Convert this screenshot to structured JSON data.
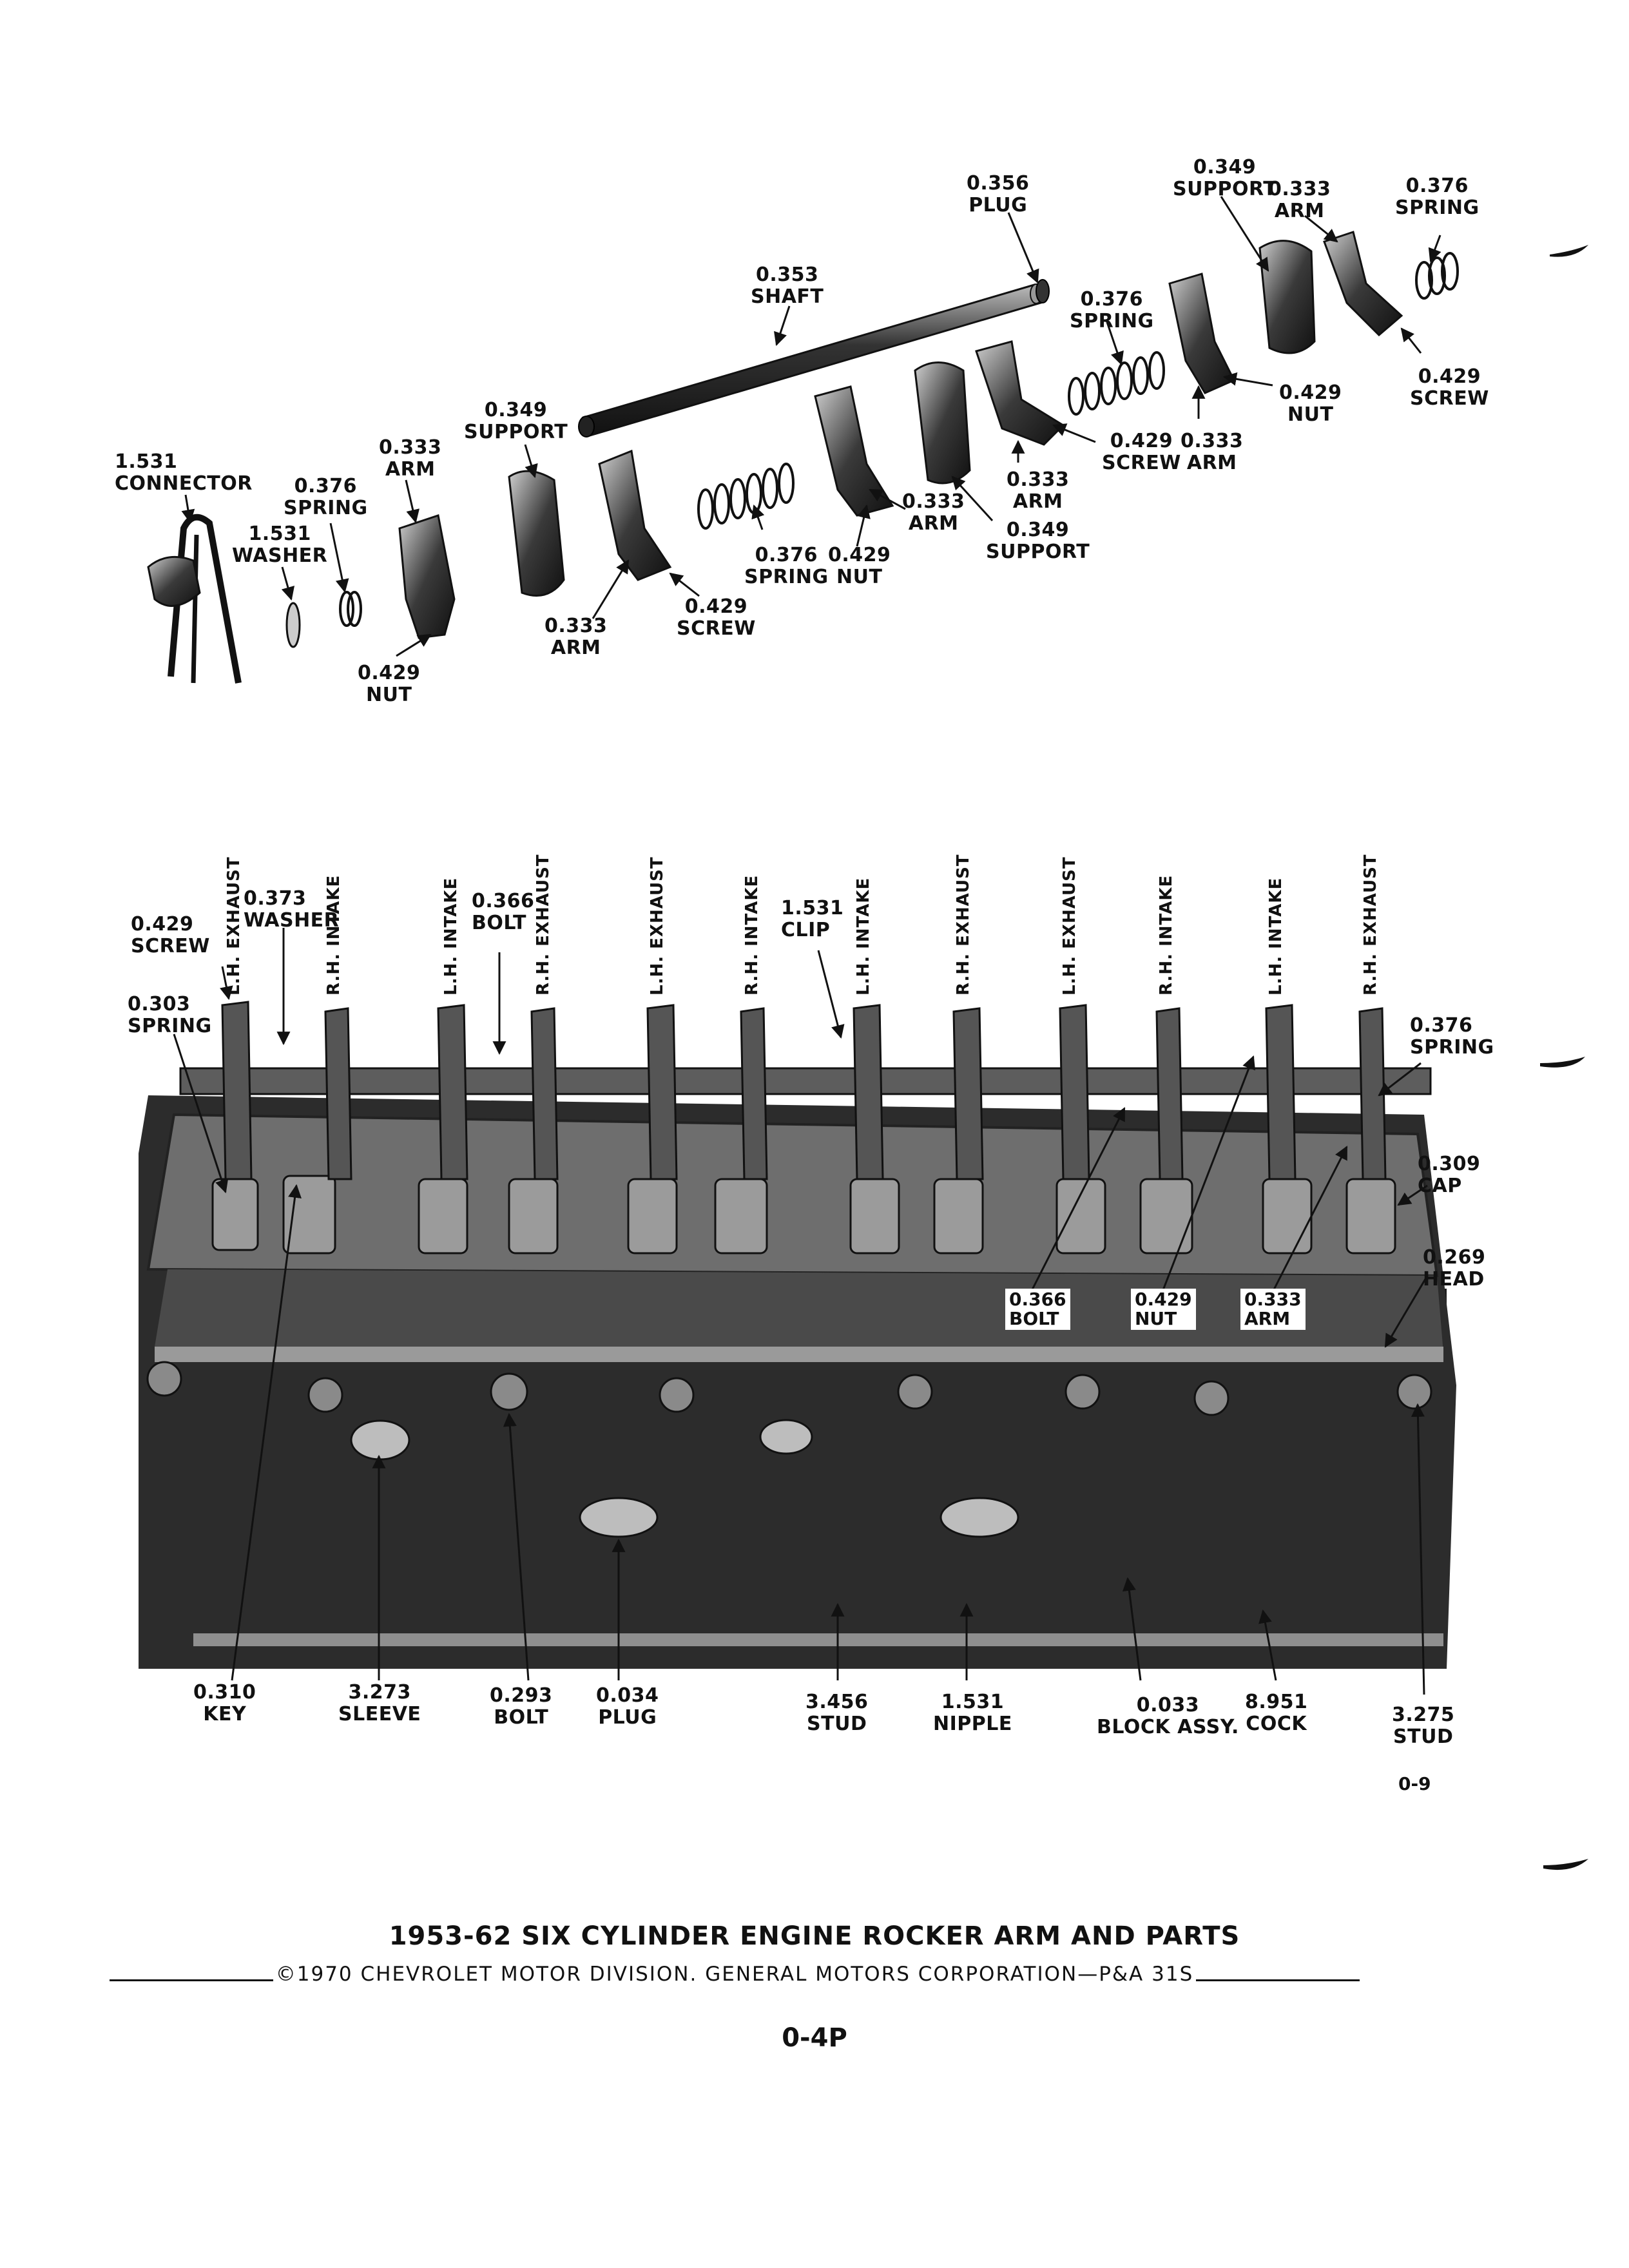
{
  "title": "1953-62 SIX CYLINDER ENGINE ROCKER ARM AND PARTS",
  "copyright": "©1970 CHEVROLET MOTOR DIVISION. GENERAL MOTORS CORPORATION—P&A 31S",
  "page_number": "0-4P",
  "figure_number": "0-9",
  "exploded_labels": [
    {
      "num": "0.356",
      "name": "PLUG"
    },
    {
      "num": "0.349",
      "name": "SUPPORT"
    },
    {
      "num": "0.333",
      "name": "ARM"
    },
    {
      "num": "0.376",
      "name": "SPRING"
    },
    {
      "num": "0.353",
      "name": "SHAFT"
    },
    {
      "num": "0.376",
      "name": "SPRING"
    },
    {
      "num": "0.429",
      "name": "NUT"
    },
    {
      "num": "0.429",
      "name": "SCREW"
    },
    {
      "num": "0.429",
      "name": "SCREW"
    },
    {
      "num": "0.333",
      "name": "ARM"
    },
    {
      "num": "0.349",
      "name": "SUPPORT"
    },
    {
      "num": "0.333",
      "name": "ARM"
    },
    {
      "num": "1.531",
      "name": "CONNECTOR"
    },
    {
      "num": "0.376",
      "name": "SPRING"
    },
    {
      "num": "1.531",
      "name": "WASHER"
    },
    {
      "num": "0.333",
      "name": "ARM"
    },
    {
      "num": "0.376",
      "name": "SPRING"
    },
    {
      "num": "0.429",
      "name": "NUT"
    },
    {
      "num": "0.333",
      "name": "ARM"
    },
    {
      "num": "0.349",
      "name": "SUPPORT"
    },
    {
      "num": "0.429",
      "name": "SCREW"
    },
    {
      "num": "0.333",
      "name": "ARM"
    },
    {
      "num": "0.429",
      "name": "NUT"
    }
  ],
  "valve_labels": [
    "L.H. EXHAUST",
    "R.H. INTAKE",
    "L.H. INTAKE",
    "R.H. EXHAUST",
    "L.H. EXHAUST",
    "R.H. INTAKE",
    "L.H. INTAKE",
    "R.H. EXHAUST",
    "L.H. EXHAUST",
    "R.H. INTAKE",
    "L.H. INTAKE",
    "R.H. EXHAUST"
  ],
  "engine_top_labels": [
    {
      "num": "0.429",
      "name": "SCREW"
    },
    {
      "num": "0.373",
      "name": "WASHER"
    },
    {
      "num": "0.366",
      "name": "BOLT"
    },
    {
      "num": "1.531",
      "name": "CLIP"
    },
    {
      "num": "0.303",
      "name": "SPRING"
    },
    {
      "num": "0.376",
      "name": "SPRING"
    },
    {
      "num": "0.309",
      "name": "CAP"
    },
    {
      "num": "0.269",
      "name": "HEAD"
    }
  ],
  "engine_boxed_labels": [
    {
      "num": "0.366",
      "name": "BOLT"
    },
    {
      "num": "0.429",
      "name": "NUT"
    },
    {
      "num": "0.333",
      "name": "ARM"
    }
  ],
  "engine_bottom_labels": [
    {
      "num": "0.310",
      "name": "KEY"
    },
    {
      "num": "3.273",
      "name": "SLEEVE"
    },
    {
      "num": "0.293",
      "name": "BOLT"
    },
    {
      "num": "0.034",
      "name": "PLUG"
    },
    {
      "num": "3.456",
      "name": "STUD"
    },
    {
      "num": "1.531",
      "name": "NIPPLE"
    },
    {
      "num": "0.033",
      "name": "BLOCK ASSY."
    },
    {
      "num": "8.951",
      "name": "COCK"
    },
    {
      "num": "3.275",
      "name": "STUD"
    }
  ]
}
